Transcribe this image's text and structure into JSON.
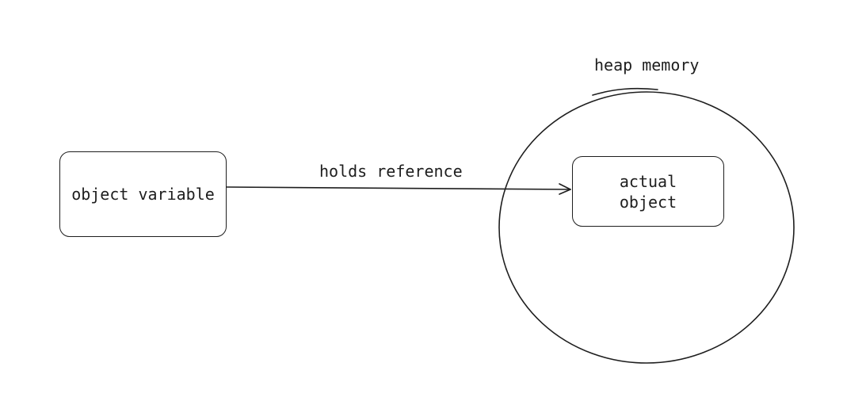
{
  "diagram": {
    "heap_label": "heap memory",
    "variable_box_label": "object variable",
    "arrow_label": "holds reference",
    "object_box_label": "actual\nobject"
  },
  "colors": {
    "stroke": "#1e1e1e",
    "background": "#ffffff"
  }
}
